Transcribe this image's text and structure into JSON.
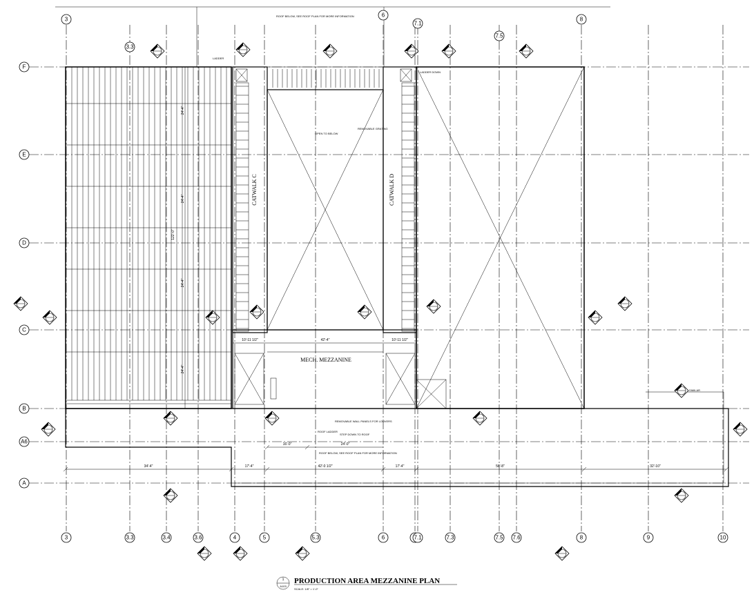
{
  "drawing": {
    "title": "PRODUCTION AREA MEZZANINE PLAN",
    "scale": "SCALE: 1/8\" = 1'-0\"",
    "detail_number": "1",
    "detail_sheet": "A103"
  },
  "grid_columns": [
    "3",
    "3.3",
    "3.4",
    "3.6",
    "4",
    "5",
    "5.3",
    "6",
    "7",
    "7.1",
    "7.3",
    "7.5",
    "7.6",
    "8",
    "9",
    "10"
  ],
  "grid_rows": [
    "F",
    "E",
    "D",
    "C",
    "B",
    "A6",
    "A"
  ],
  "rooms": {
    "catwalk_c": "CATWALK C",
    "catwalk_d": "CATWALK D",
    "mech_mezzanine": "MECH. MEZZANINE"
  },
  "dimensions": {
    "bottom": [
      "34'-4\"",
      "17'-4\"",
      "42'-0 1/2\"",
      "17'-4\"",
      "58'-8\"",
      "32'-10\""
    ],
    "lower": [
      "16'-0\"",
      "24'-0\""
    ],
    "mech": [
      "42'-4\"",
      "10'-11 1/2\"",
      "10'-11 1/2\""
    ],
    "left_vertical": [
      "24'-4\"",
      "24'-4\"",
      "24'-4\"",
      "24'-4\"",
      "122'-0\""
    ]
  },
  "notes": {
    "roof_above": "ROOF BELOW, SEE ROOF PLAN FOR MORE INFORMATION",
    "roof_below": "ROOF BELOW, SEE ROOF PLAN FOR MORE INFORMATION",
    "ladder": "LADDER",
    "ladder_down": "LADDER DOWN",
    "roof_ladder": "ROOF LADDER",
    "removable_panels": "REMOVABLE WALL PANELS FOR LOUVERS",
    "step_down": "STEP DOWN TO ROOF",
    "open_ceiling": "OPEN TO BELOW",
    "catwalk_grating": "REMOVABLE GRATING",
    "similar": "SIMILAR"
  },
  "colors": {
    "ink": "#000000",
    "paper": "#ffffff"
  }
}
